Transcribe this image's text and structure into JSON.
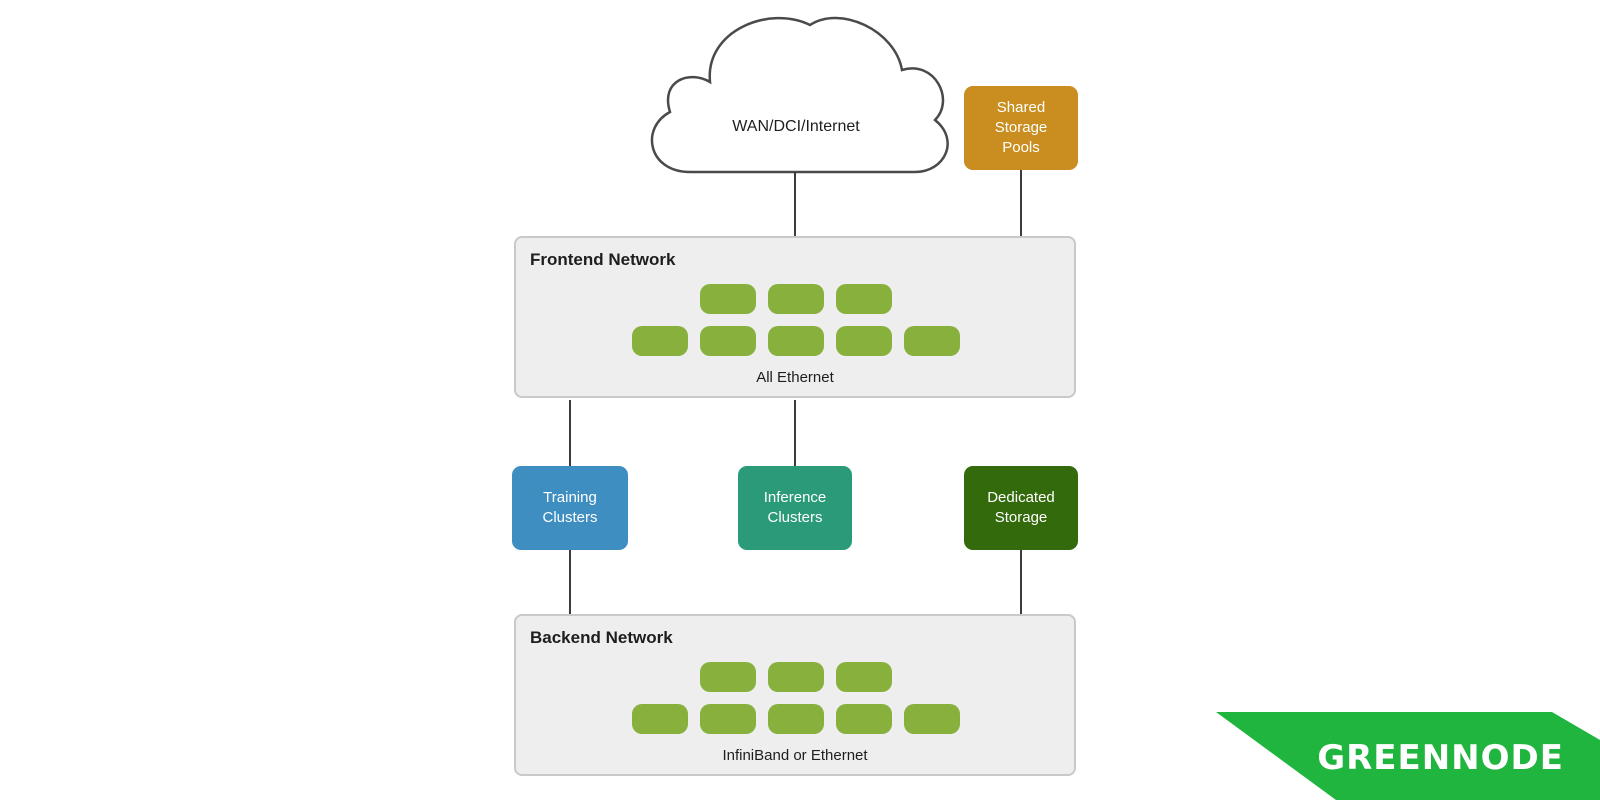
{
  "diagram": {
    "cloud": {
      "label": "WAN/DCI/Internet"
    },
    "shared_storage": {
      "label": "Shared\nStorage\nPools",
      "color": "#c98e1f"
    },
    "frontend": {
      "title": "Frontend Network",
      "subtitle": "All Ethernet"
    },
    "backend": {
      "title": "Backend Network",
      "subtitle": "InfiniBand or Ethernet"
    },
    "training": {
      "label": "Training\nClusters",
      "color": "#3f8ec1"
    },
    "inference": {
      "label": "Inference\nClusters",
      "color": "#2a9a78"
    },
    "dedicated": {
      "label": "Dedicated\nStorage",
      "color": "#336a0c"
    },
    "switch_color": "#87b03d",
    "connector_color": "#3c3c3c"
  },
  "logo": {
    "text": "GREENNODE",
    "color": "#1fb53f"
  }
}
